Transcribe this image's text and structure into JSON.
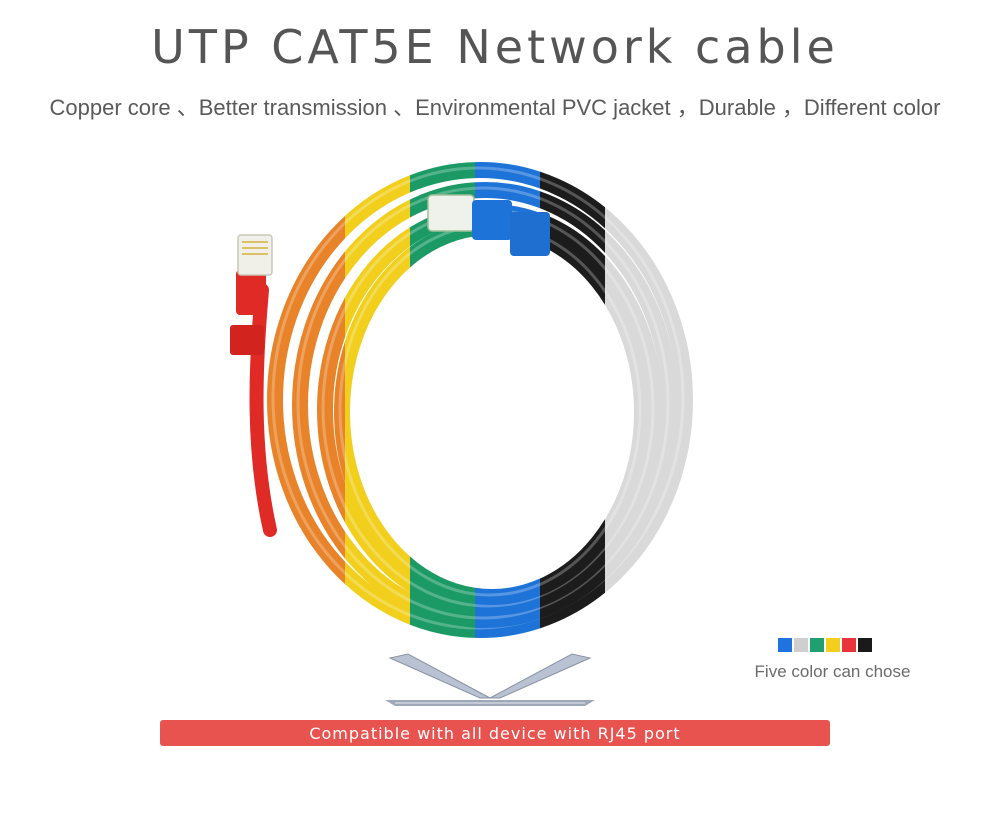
{
  "header": {
    "title": "UTP CAT5E Network cable",
    "subtitle": "Copper core 、Better transmission 、Environmental PVC jacket ，Durable ，Different color"
  },
  "product": {
    "segment_colors": [
      "#e8832a",
      "#f1cf1c",
      "#1c9a66",
      "#1e73d8",
      "#1c1c1c",
      "#d9d9d9"
    ],
    "plug_color": "#e02a26"
  },
  "colors": {
    "caption": "Five color can chose",
    "swatches": [
      {
        "name": "blue",
        "hex": "#1e73e0"
      },
      {
        "name": "grey",
        "hex": "#cfcfcf"
      },
      {
        "name": "green",
        "hex": "#20a070"
      },
      {
        "name": "yellow",
        "hex": "#f1cf1c"
      },
      {
        "name": "red",
        "hex": "#e8343a"
      },
      {
        "name": "black",
        "hex": "#1a1a1a"
      }
    ]
  },
  "banner": {
    "text": "Compatible with all device with RJ45 port",
    "color": "#e8524f"
  }
}
